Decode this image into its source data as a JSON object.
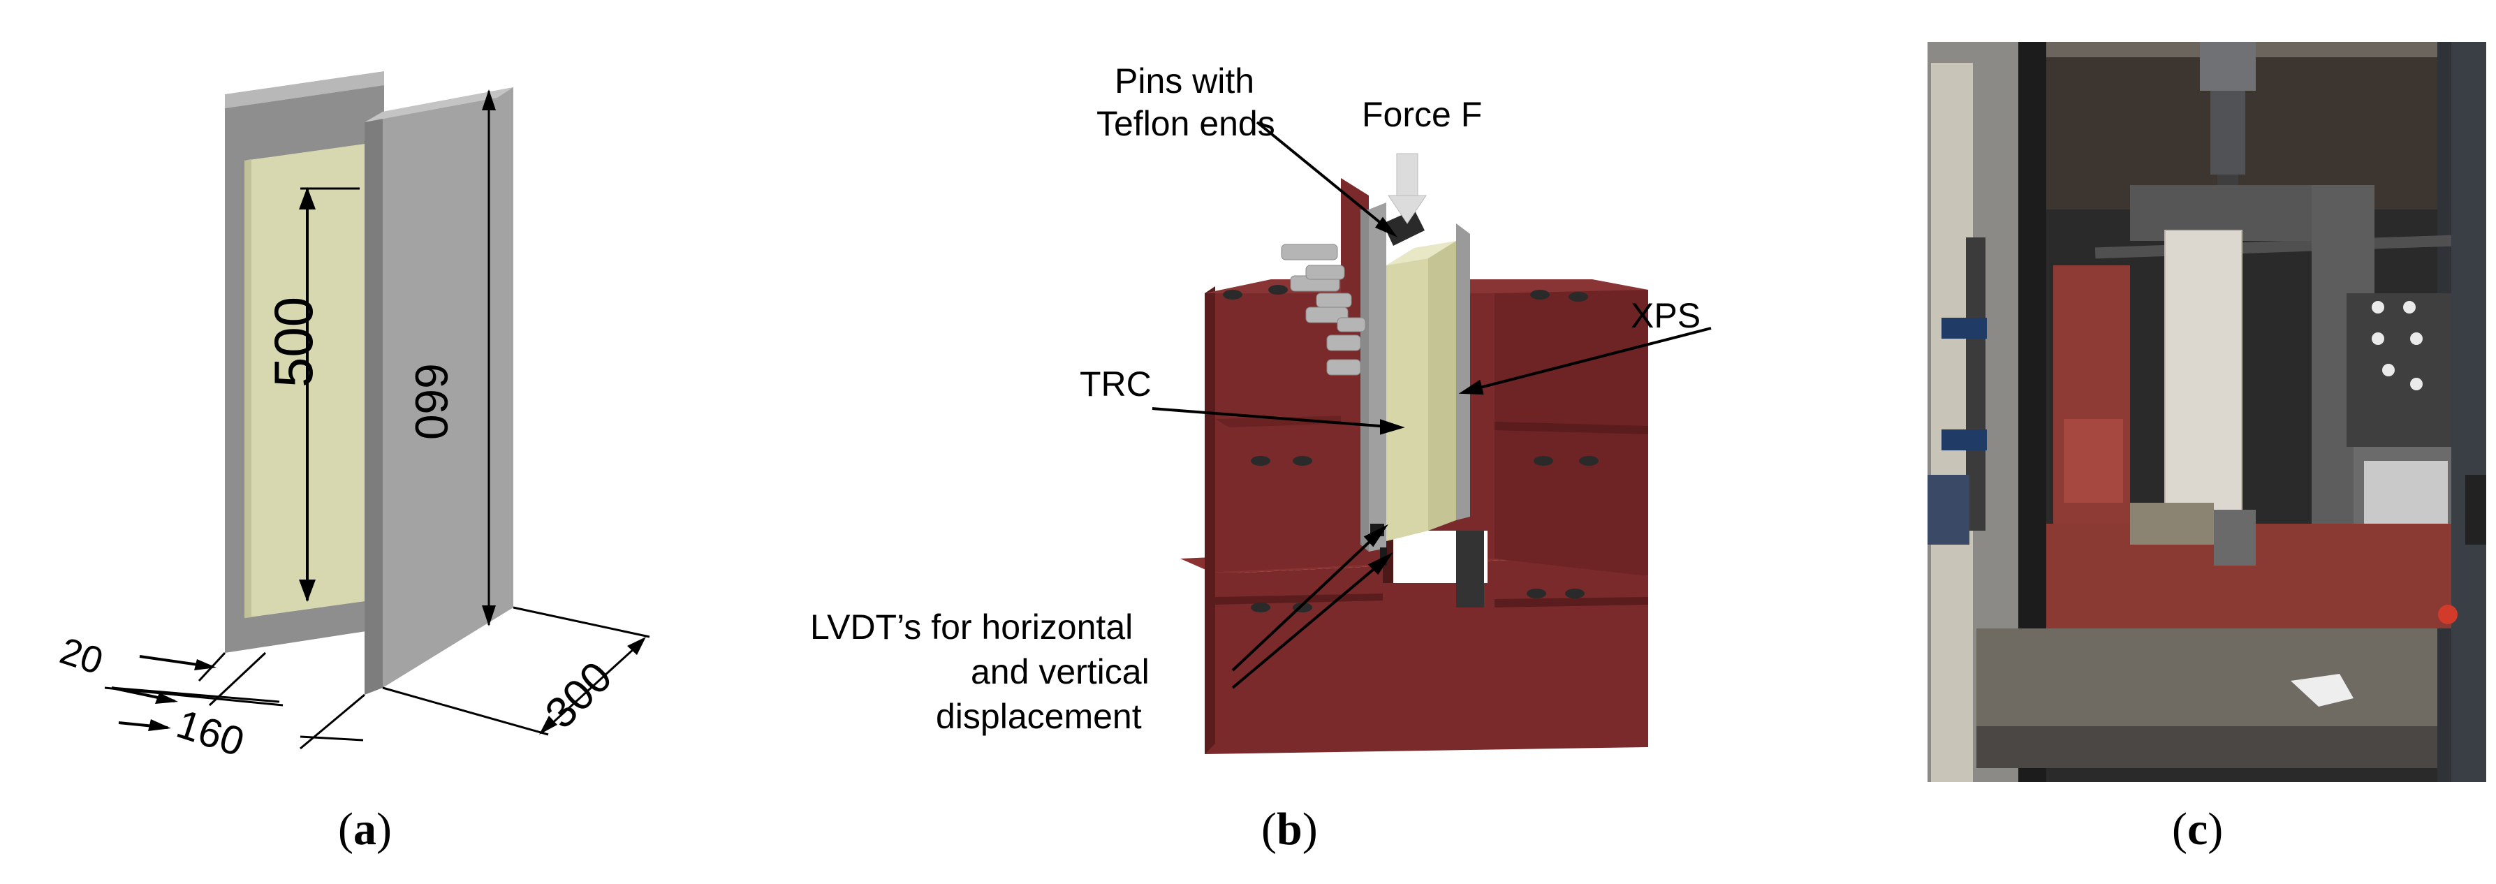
{
  "panel_a": {
    "dimensions": {
      "height_inner": "500",
      "height_outer": "660",
      "width": "300",
      "gap": "160",
      "thickness": "20"
    },
    "caption": {
      "open": "(",
      "letter": "a",
      "close": ")"
    }
  },
  "panel_b": {
    "labels": {
      "pins_line1": "Pins with",
      "pins_line2": "Teflon ends",
      "force": "Force F",
      "xps": "XPS",
      "trc": "TRC",
      "lvdt_line1": "LVDT’s for horizontal",
      "lvdt_line2": "and vertical",
      "lvdt_line3": "displacement"
    },
    "caption": {
      "open": "(",
      "letter": "b",
      "close": ")"
    }
  },
  "panel_c": {
    "caption": {
      "open": "(",
      "letter": "c",
      "close": ")"
    }
  },
  "colors": {
    "panel_grey": "#9a9a9a",
    "panel_grey_dark": "#7c7c7c",
    "xps_yellow": "#d9d9b0",
    "frame_red": "#7a2a2a",
    "frame_red_dark": "#5a1c1c"
  }
}
